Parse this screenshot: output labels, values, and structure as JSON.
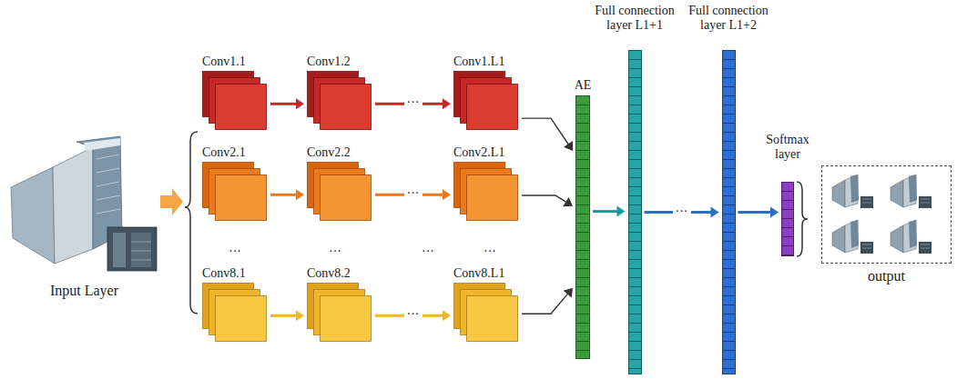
{
  "diagram": {
    "nodes": [
      {
        "text": [
          "Input Layer"
        ]
      },
      {
        "text": [
          "Conv1.1"
        ]
      },
      {
        "text": [
          "Conv1.2"
        ]
      },
      {
        "text": [
          "Conv1.L1"
        ]
      },
      {
        "text": [
          "Conv2.1"
        ]
      },
      {
        "text": [
          "Conv2.2"
        ]
      },
      {
        "text": [
          "Conv2.L1"
        ]
      },
      {
        "text": [
          "Conv8.1"
        ]
      },
      {
        "text": [
          "Conv8.2"
        ]
      },
      {
        "text": [
          "Conv8.L1"
        ]
      },
      {
        "text": [
          "AE"
        ]
      },
      {
        "text": [
          "Full connection layer L1+1"
        ]
      },
      {
        "text": [
          "Full connection layer L1+2"
        ]
      },
      {
        "text": [
          "Softmax layer"
        ]
      },
      {
        "text": [
          "output"
        ]
      }
    ],
    "edges": [
      {
        "from": 1,
        "to": 2,
        "arrow": "to"
      },
      {
        "from": 2,
        "to": 3,
        "label": "···",
        "arrow": "to"
      },
      {
        "from": 4,
        "to": 5,
        "arrow": "to"
      },
      {
        "from": 5,
        "to": 6,
        "label": "···",
        "arrow": "to"
      },
      {
        "from": 7,
        "to": 8,
        "arrow": "to"
      },
      {
        "from": 8,
        "to": 9,
        "label": "···",
        "arrow": "to"
      },
      {
        "from": 3,
        "to": 10,
        "arrow": "to"
      },
      {
        "from": 6,
        "to": 10,
        "arrow": "to"
      },
      {
        "from": 9,
        "to": 10,
        "arrow": "to"
      },
      {
        "from": 10,
        "to": 11,
        "arrow": "to"
      },
      {
        "from": 11,
        "to": 12,
        "label": "···",
        "arrow": "to"
      },
      {
        "from": 12,
        "to": 13,
        "arrow": "to"
      }
    ],
    "labels": [
      "···",
      "···",
      "···",
      "···"
    ]
  }
}
